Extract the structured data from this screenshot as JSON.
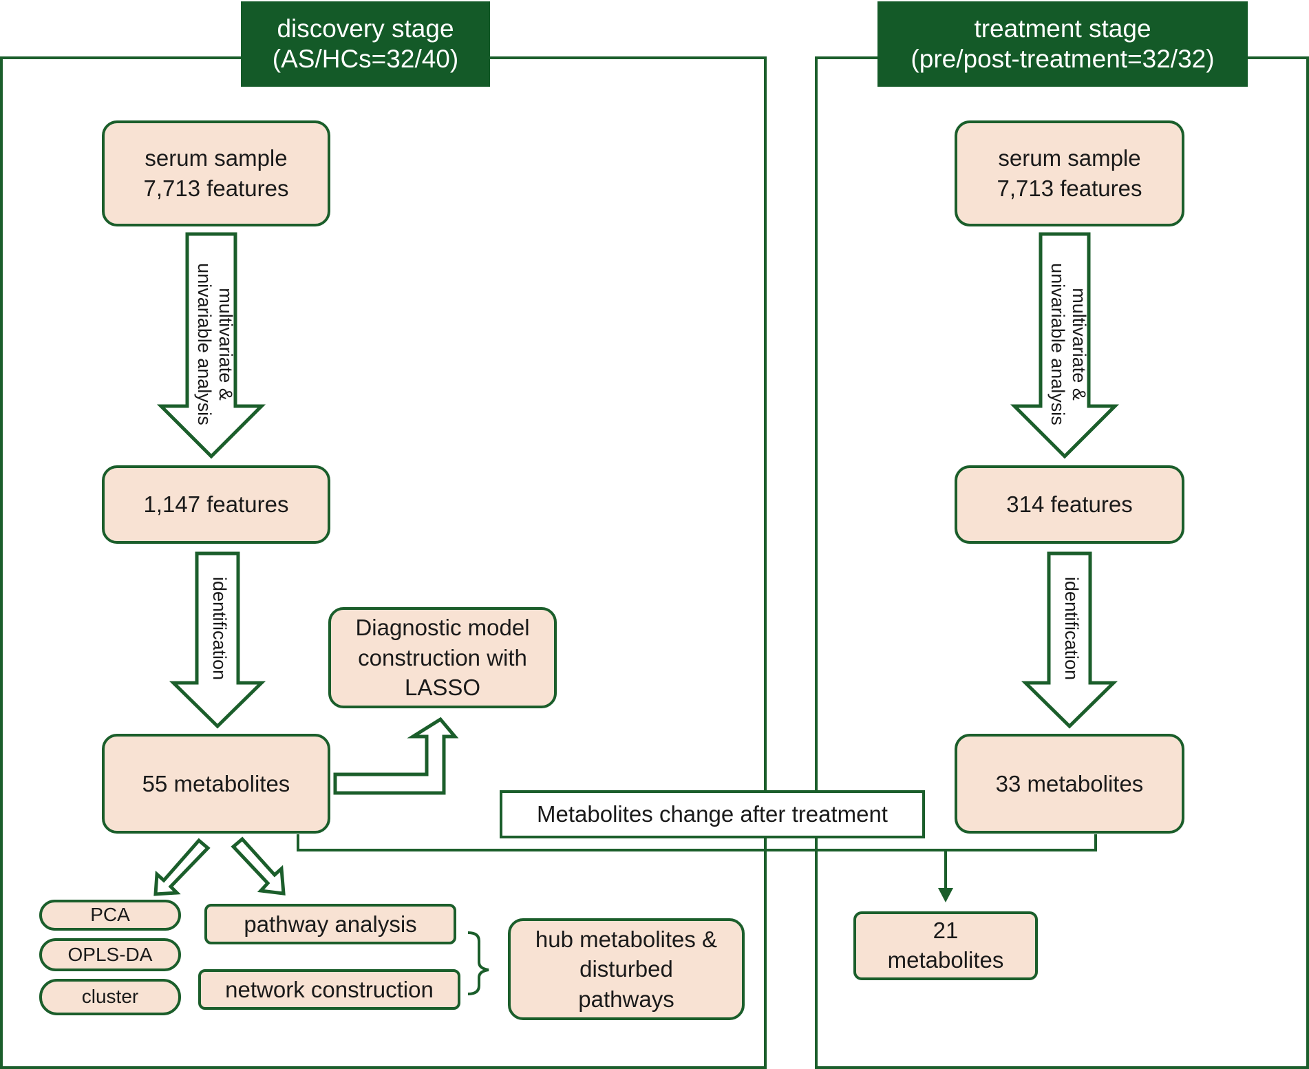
{
  "discovery": {
    "header_line1": "discovery stage",
    "header_line2": "(AS/HCs=32/40)",
    "serum_line1": "serum sample",
    "serum_line2": "7,713 features",
    "arrow1_line1": "multivariate &",
    "arrow1_line2": "univariable analysis",
    "features": "1,147 features",
    "arrow2": "identification",
    "metabolites": "55 metabolites",
    "model_line1": "Diagnostic model",
    "model_line2": "construction with",
    "model_line3": "LASSO",
    "pca": "PCA",
    "oplsda": "OPLS-DA",
    "cluster": "cluster",
    "pathway": "pathway analysis",
    "network": "network construction",
    "hub_line1": "hub metabolites &",
    "hub_line2": "disturbed",
    "hub_line3": "pathways"
  },
  "treatment": {
    "header_line1": "treatment stage",
    "header_line2": "(pre/post-treatment=32/32)",
    "serum_line1": "serum sample",
    "serum_line2": "7,713 features",
    "arrow1_line1": "multivariate &",
    "arrow1_line2": "univariable analysis",
    "features": "314 features",
    "arrow2": "identification",
    "metabolites": "33 metabolites"
  },
  "change_label": "Metabolites change after treatment",
  "result_line1": "21",
  "result_line2": "metabolites",
  "colors": {
    "panel_border": "#1b5e2b",
    "header_bg": "#145a28",
    "box_fill": "#f8e2d3"
  }
}
